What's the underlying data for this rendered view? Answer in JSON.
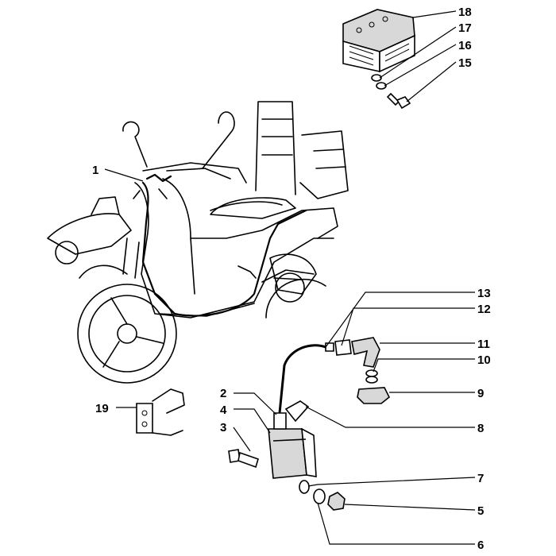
{
  "callouts": {
    "c1": "1",
    "c2": "2",
    "c3": "3",
    "c4": "4",
    "c5": "5",
    "c6": "6",
    "c7": "7",
    "c8": "8",
    "c9": "9",
    "c10": "10",
    "c11": "11",
    "c12": "12",
    "c13": "13",
    "c15": "15",
    "c16": "16",
    "c17": "17",
    "c18": "18",
    "c19": "19"
  }
}
